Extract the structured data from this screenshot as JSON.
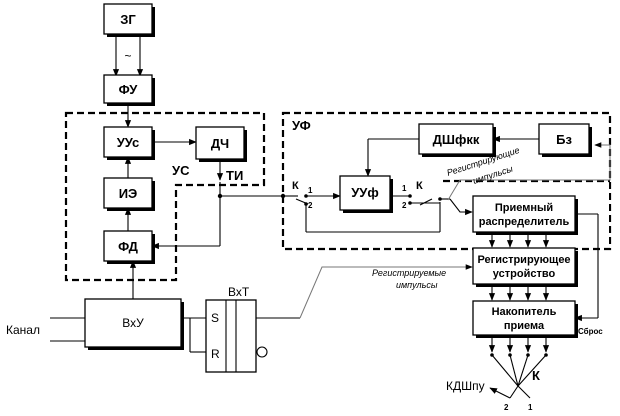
{
  "blocks": {
    "zg": "ЗГ",
    "fu": "ФУ",
    "uus": "УУс",
    "dch": "ДЧ",
    "ie": "ИЭ",
    "fd": "ФД",
    "us": "УС",
    "ti": "ТИ",
    "uf": "УФ",
    "dshfkk": "ДШфкк",
    "bz": "Бз",
    "uuf": "УУф",
    "recv_dist_1": "Приемный",
    "recv_dist_2": "распределитель",
    "reg_dev_1": "Регистрирующее",
    "reg_dev_2": "устройство",
    "acc_1": "Накопитель",
    "acc_2": "приема",
    "vxu": "ВхУ",
    "vxt": "ВхТ",
    "s": "S",
    "r": "R"
  },
  "labels": {
    "tilde": "~",
    "channel": "Канал",
    "reset": "Сброс",
    "kdshpu": "КДШпу",
    "k_big": "К",
    "k": "К",
    "one": "1",
    "two": "2",
    "reg_imp_top_1": "Регистрирующие",
    "reg_imp_top_2": "импульсы",
    "reg_imp_mid_1": "Регистрируемые",
    "reg_imp_mid_2": "импульсы"
  }
}
